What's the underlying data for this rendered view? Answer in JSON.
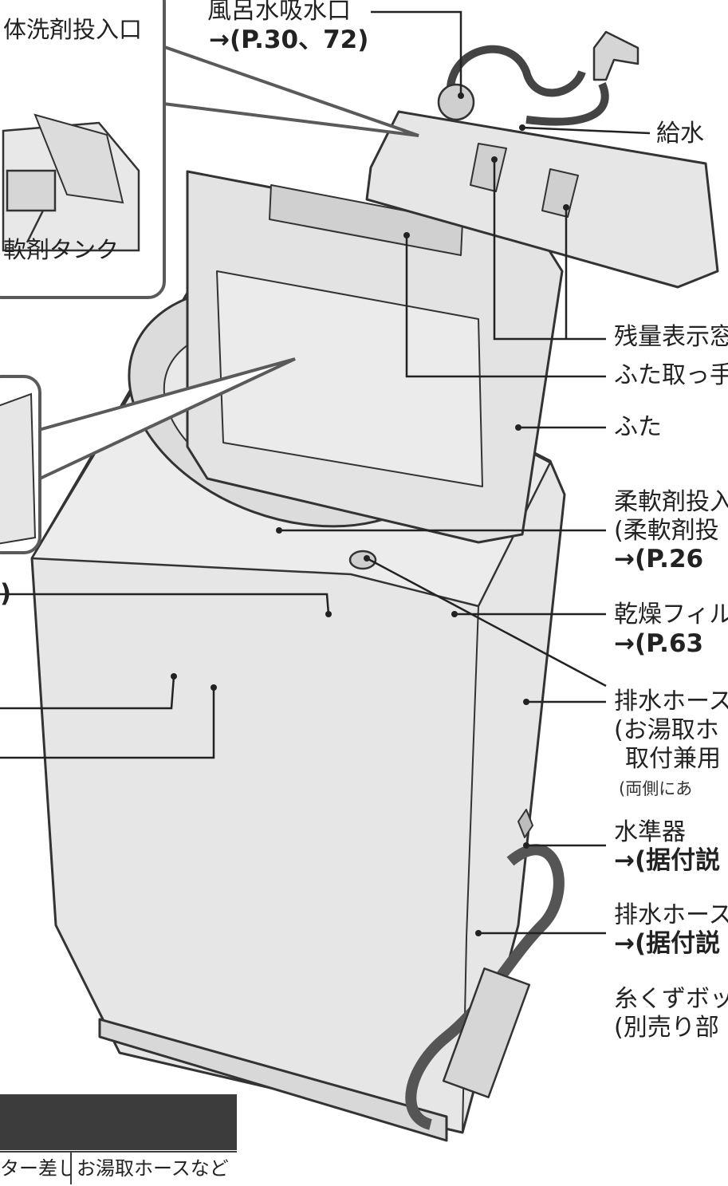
{
  "labels": {
    "detergent_inlet": "体洗剤投入口",
    "softener_tank": "軟剤タンク",
    "bath_water_inlet": "風呂水吸水口",
    "bath_water_inlet_ref": "→(P.30、72)",
    "water_supply_port": "給水",
    "remaining_window": "残量表示窓",
    "lid_handle": "ふた取っ手",
    "lid": "ふた",
    "softener_inlet_line1": "柔軟剤投入",
    "softener_inlet_line2": "(柔軟剤投",
    "softener_inlet_ref": "→(P.26",
    "dry_filter_line1": "乾燥フィル",
    "dry_filter_ref": "→(P.63",
    "drain_hose_hook_line1": "排水ホース",
    "drain_hose_hook_line2": "(お湯取ホ",
    "drain_hose_hook_line3": "取付兼用",
    "drain_hose_hook_note": "(両側にあ",
    "level_gauge": "水準器",
    "level_gauge_ref": "→(据付説",
    "drain_hose": "排水ホース",
    "drain_hose_ref": "→(据付説",
    "lint_box_line1": "糸くずボッ",
    "lint_box_line2": "(別売り部",
    "left_partial": ")"
  },
  "table": {
    "cells": [
      "ター差し",
      "お湯取ホースなど"
    ]
  },
  "colors": {
    "line": "#222222",
    "callout_border": "#5a5a5a",
    "machine_stroke": "#333333",
    "machine_fill": "#e6e6e6",
    "table_header": "#3c3c3c"
  }
}
